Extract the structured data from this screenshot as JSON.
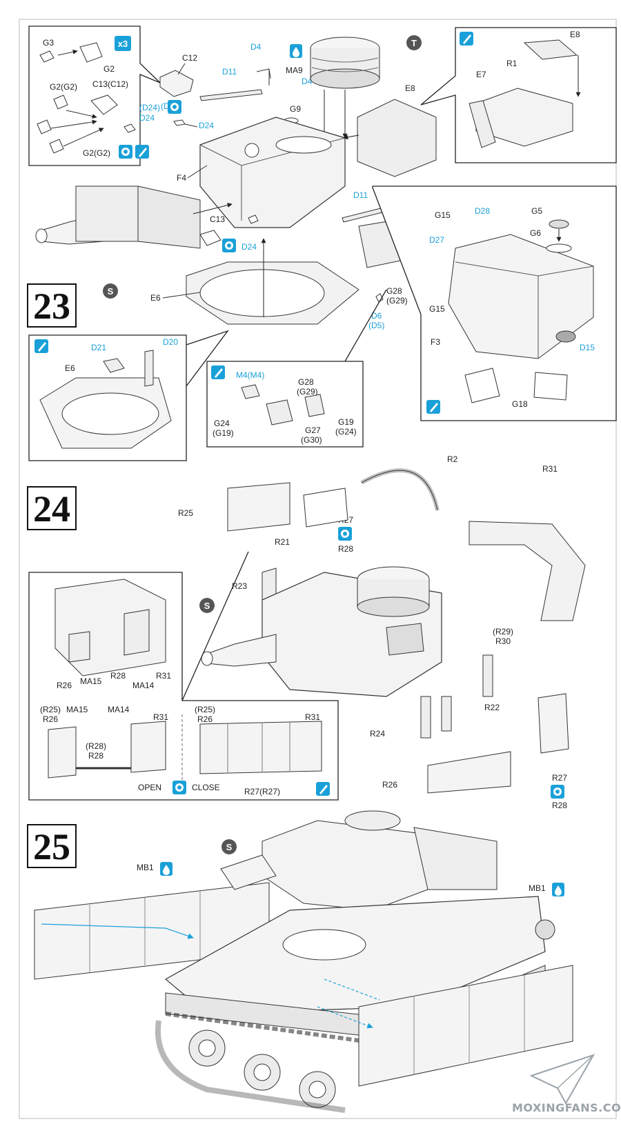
{
  "steps": {
    "s23": "23",
    "s24": "24",
    "s25": "25"
  },
  "watermark": "MOXINGFANS.COM",
  "colors": {
    "accent": "#1aa0d8",
    "line": "#333333",
    "badge": "#555555",
    "paper": "#ffffff"
  },
  "badges": {
    "turret": "T",
    "sub": "S"
  },
  "icons": {
    "glue": "glue-icon",
    "paint": "paint-icon",
    "option": "option-icon",
    "repeat": "x3"
  },
  "step23": {
    "g3": "G3",
    "g2": "G2",
    "g2a": "G2(G2)",
    "c13c12": "C13(C12)",
    "d24p": "(D24)",
    "d24": "D24",
    "g2b": "G2(G2)",
    "c12": "C12",
    "d4a": "D4",
    "d11a": "D11",
    "ma9": "MA9",
    "d4b": "D4",
    "g9": "G9",
    "d24c": "D24",
    "e8": "E8",
    "f4": "F4",
    "c13": "C13",
    "d24d": "D24",
    "d11b": "D11",
    "e6": "E6",
    "g28g29": "G28",
    "g29p": "(G29)",
    "d6": "D6",
    "d5": "(D5)",
    "inset_e8": "E8",
    "inset_r1": "R1",
    "inset_e7": "E7",
    "f3": {
      "g15a": "G15",
      "d28": "D28",
      "g5": "G5",
      "d27": "D27",
      "g6": "G6",
      "g15b": "G15",
      "f3": "F3",
      "d15": "D15",
      "g18": "G18"
    },
    "hatch": {
      "d21": "D21",
      "d20": "D20",
      "e6": "E6"
    },
    "vision": {
      "m4": "M4(M4)",
      "g28": "G28",
      "g29": "(G29)",
      "g24": "G24",
      "g19p": "(G19)",
      "g27": "G27",
      "g30": "(G30)",
      "g19": "G19",
      "g24p": "(G24)"
    }
  },
  "step24": {
    "r2": "R2",
    "r31": "R31",
    "r25": "R25",
    "r27": "R27",
    "r28": "R28",
    "r21": "R21",
    "r23": "R23",
    "r29": "(R29)",
    "r30": "R30",
    "r22": "R22",
    "r24": "R24",
    "r26": "R26",
    "r27b": "R27",
    "r28b": "R28",
    "inset": {
      "r26": "R26",
      "ma15": "MA15",
      "r28": "R28",
      "ma14": "MA14",
      "r31": "R31",
      "open_r25": "(R25)",
      "open_r26": "R26",
      "open_ma15": "MA15",
      "open_ma14": "MA14",
      "open_r31": "R31",
      "open_r28p": "(R28)",
      "open_r28": "R28",
      "close_r25": "(R25)",
      "close_r26": "R26",
      "close_r31": "R31",
      "close_r27": "R27(R27)",
      "open": "OPEN",
      "close": "CLOSE"
    }
  },
  "step25": {
    "mb1a": "MB1",
    "mb1b": "MB1"
  }
}
